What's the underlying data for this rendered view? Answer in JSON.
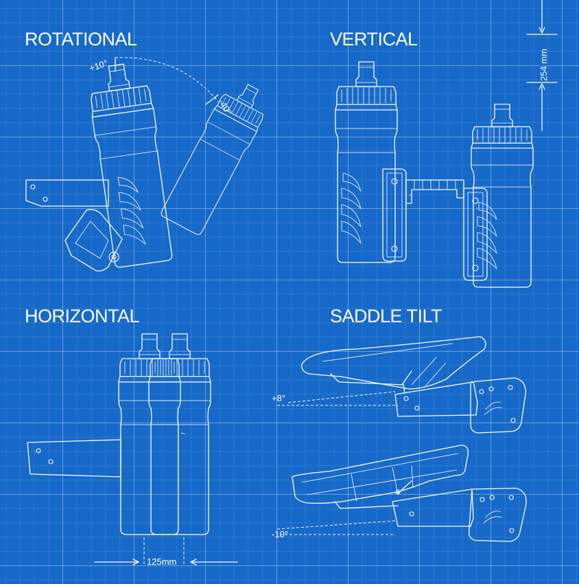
{
  "sections": {
    "rotational": {
      "title": "ROTATIONAL",
      "angle_up": "+10°",
      "angle_down": "-40°"
    },
    "vertical": {
      "title": "VERTICAL",
      "dimension": "254 mm"
    },
    "horizontal": {
      "title": "HORIZONTAL",
      "dimension": "125mm"
    },
    "saddle_tilt": {
      "title": "SADDLE TILT",
      "angle_up": "+8°",
      "angle_down": "-10°"
    }
  },
  "colors": {
    "background": "#1669c9",
    "lines": "#ffffff"
  }
}
